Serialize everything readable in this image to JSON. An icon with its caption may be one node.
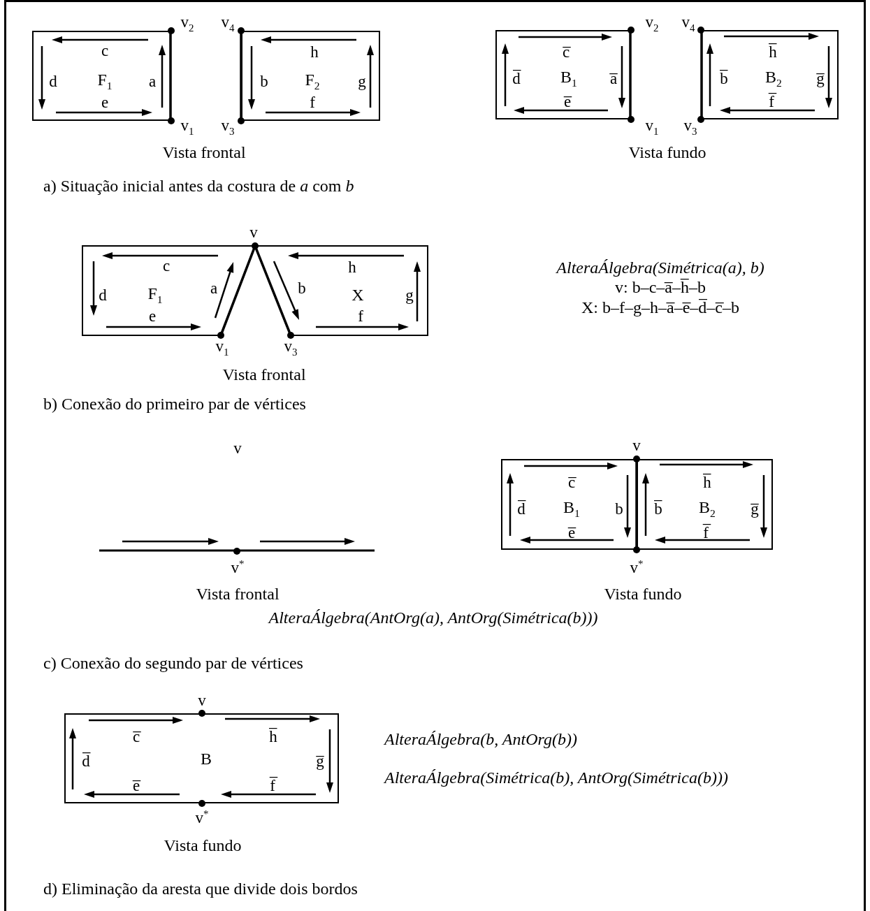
{
  "diagram": {
    "nodes": [
      {
        "text": [
          "c",
          "d",
          "F$_{1}$",
          "a",
          "e"
        ]
      },
      {
        "text": [
          "h",
          "b",
          "F$_{2}$",
          "g",
          "f"
        ]
      },
      {
        "text": [
          "c̅",
          "d̅",
          "B$_{1}$",
          "a̅",
          "e̅"
        ]
      },
      {
        "text": [
          "h̅",
          "b̅",
          "B$_{2}$",
          "g̅",
          "f̅"
        ]
      },
      {
        "text": [
          "c",
          "d",
          "F$_{1}$",
          "a",
          "e",
          "h",
          "b",
          "X",
          "g",
          "f"
        ]
      },
      {
        "text": [
          "c̅",
          "d̅",
          "B$_{1}$",
          "b",
          "e̅"
        ]
      },
      {
        "text": [
          "h̅",
          "b̅",
          "B$_{2}$",
          "g̅",
          "f̅"
        ]
      },
      {
        "text": [
          "c̅",
          "h̅",
          "d̅",
          "B",
          "g̅",
          "e̅",
          "f̅"
        ]
      }
    ],
    "labels": [
      "v$_{2}$",
      "v$_{4}$",
      "v$_{2}$",
      "v$_{4}$",
      "v$_{1}$",
      "v$_{3}$",
      "v$_{1}$",
      "v$_{3}$",
      "Vista frontal",
      "Vista fundo",
      "a) Situação inicial antes da costura de *a* com *b*",
      "v",
      "AlteraÁlgebra(Simétrica(a), b)",
      "v: b–c–a̅–h̅–b",
      "X: b–f–g–h–a̅–e̅–d̅–c̅–b",
      "v$_{1}$",
      "v$_{3}$",
      "Vista frontal",
      "b) Conexão do primeiro par de vértices",
      "v",
      "v",
      "v$^{*}$",
      "v$^{*}$",
      "Vista frontal",
      "Vista fundo",
      "AlteraÁlgebra(AntOrg(a), AntOrg(Simétrica(b)))",
      "c) Conexão do segundo par de vértices",
      "v",
      "AlteraÁlgebra(b, AntOrg(b))",
      "AlteraÁlgebra(Simétrica(b), AntOrg(Simétrica(b)))",
      "v$^{*}$",
      "Vista fundo",
      "d) Eliminação da aresta que divide dois bordos"
    ]
  }
}
